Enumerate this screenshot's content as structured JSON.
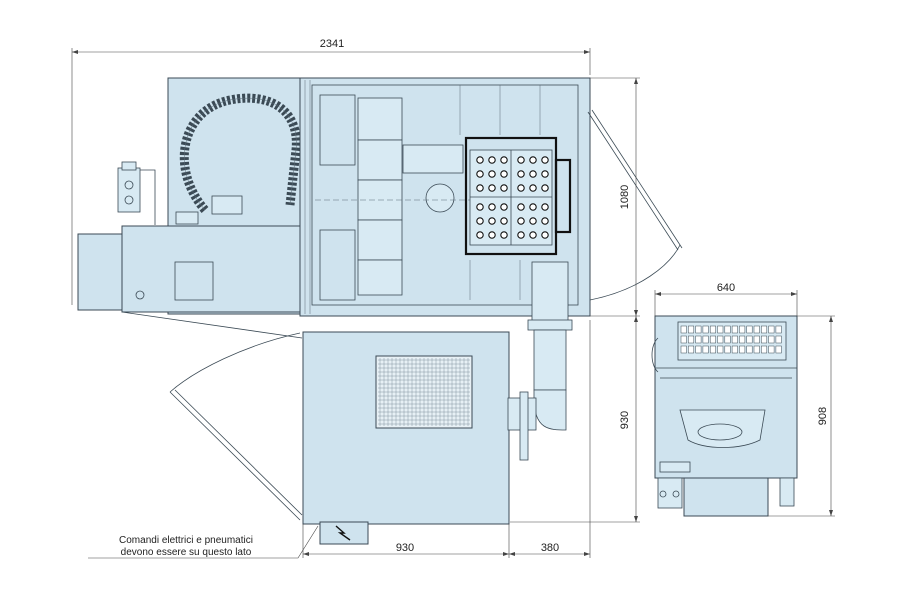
{
  "dimensions": {
    "overall_width": "2341",
    "main_height": "1080",
    "lower_height": "930",
    "lower_width": "930",
    "outlet_width": "380",
    "side_width": "640",
    "side_height": "908"
  },
  "note": {
    "line1": "Comandi elettrici e pneumatici",
    "line2": "devono essere su questo lato"
  },
  "colors": {
    "body_fill": "#cfe3ee",
    "outline": "#3b4a55",
    "tray_outline": "#111111"
  }
}
